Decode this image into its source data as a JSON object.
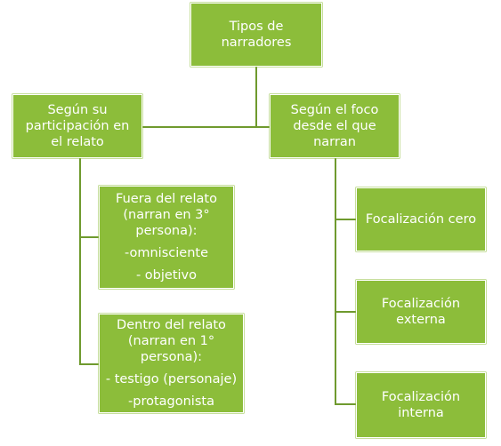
{
  "colors": {
    "box_fill": "#8cbd3a",
    "connector": "#6f9a2e",
    "text": "#ffffff"
  },
  "root": {
    "lines": [
      "Tipos de",
      "narradores"
    ]
  },
  "left_branch": {
    "title_lines": [
      "Según su",
      "participación en",
      "el relato"
    ],
    "children": [
      {
        "lines": [
          "Fuera del relato",
          "(narran en 3°",
          "persona):",
          "-omnisciente",
          "- objetivo"
        ]
      },
      {
        "lines": [
          "Dentro del relato",
          "(narran en 1°",
          "persona):",
          "- testigo (personaje)",
          "-protagonista"
        ]
      }
    ]
  },
  "right_branch": {
    "title_lines": [
      "Según el foco",
      "desde el que",
      "narran"
    ],
    "children": [
      {
        "lines": [
          "Focalización cero"
        ]
      },
      {
        "lines": [
          "Focalización",
          "externa"
        ]
      },
      {
        "lines": [
          "Focalización",
          "interna"
        ]
      }
    ]
  }
}
